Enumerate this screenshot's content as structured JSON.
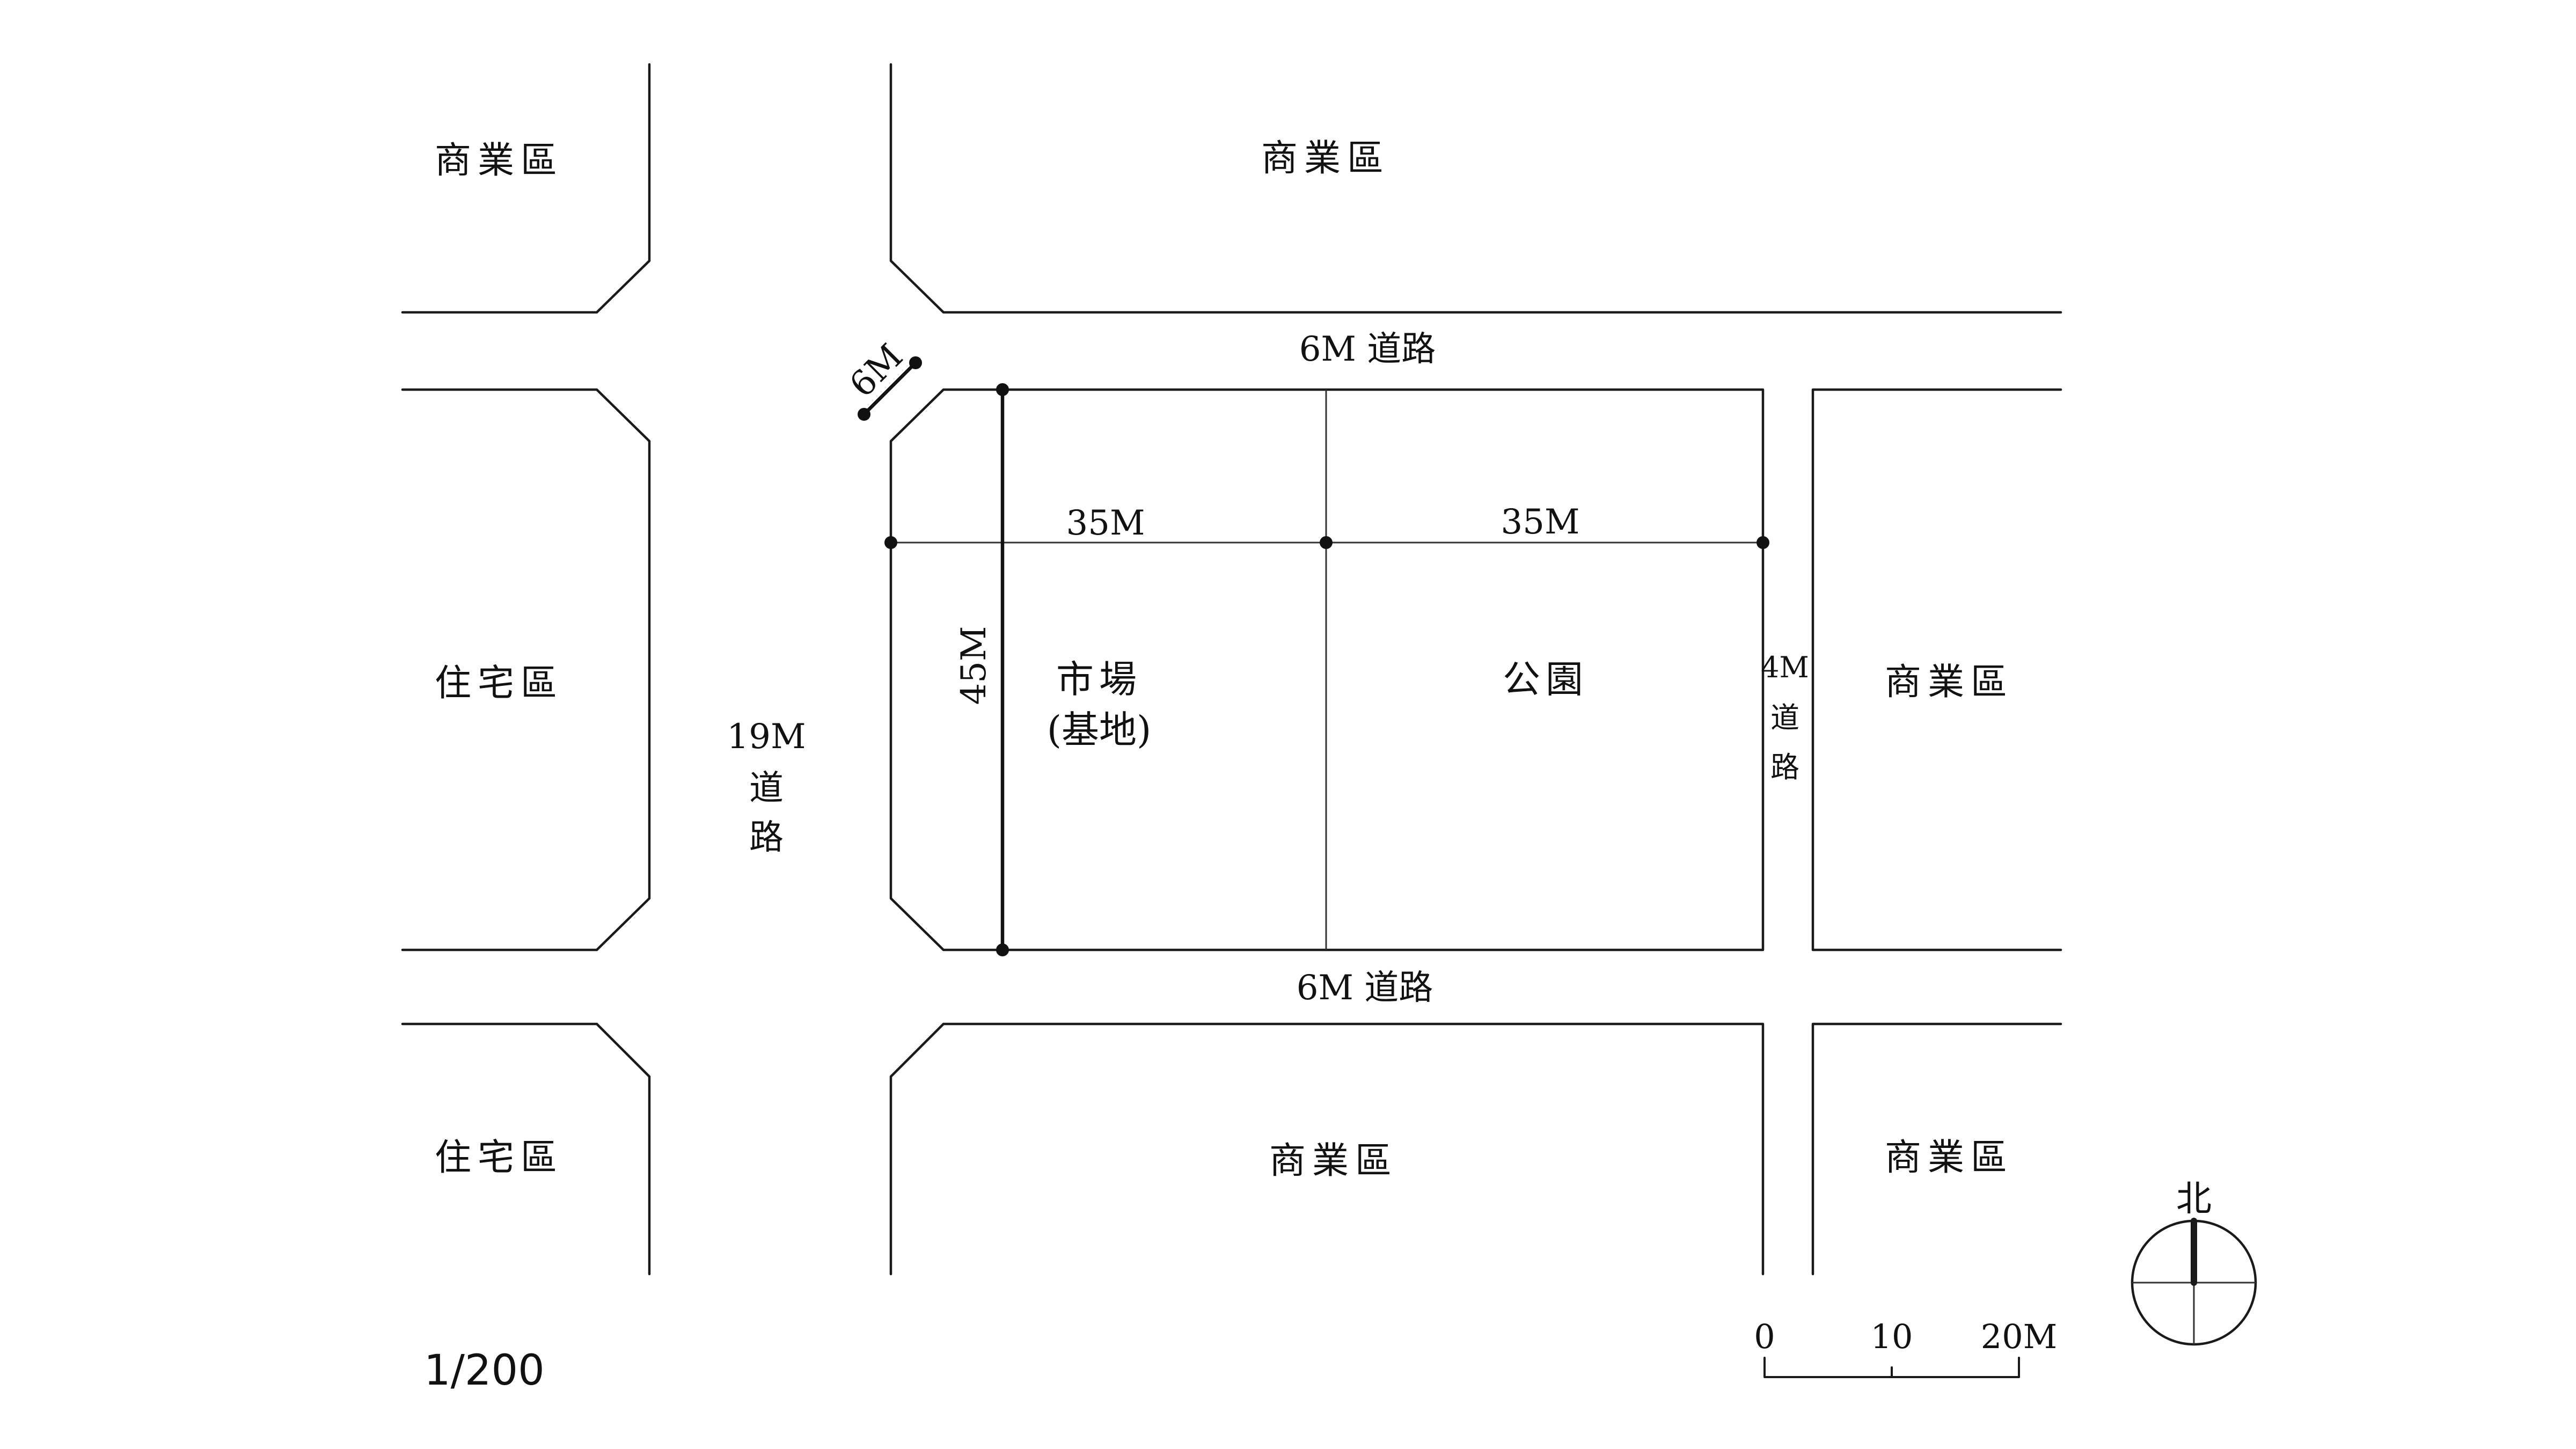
{
  "zones": {
    "nw": "商業區",
    "n": "商業區",
    "w": "住宅區",
    "e": "商業區",
    "sw": "住宅區",
    "s": "商業區",
    "se": "商業區"
  },
  "roads": {
    "north": "6M 道路",
    "south": "6M 道路",
    "west_width": "19M",
    "west_chars": [
      "道",
      "路"
    ],
    "east_width": "4M",
    "east_chars": [
      "道",
      "路"
    ]
  },
  "site": {
    "market_line1": "市場",
    "market_line2": "(基地)",
    "park": "公園"
  },
  "dimensions": {
    "corner": "6M",
    "width_left": "35M",
    "width_right": "35M",
    "depth": "45M"
  },
  "scale": {
    "ratio": "1/200",
    "bar_labels": [
      "0",
      "10",
      "20M"
    ]
  },
  "north_arrow": {
    "label": "北"
  }
}
